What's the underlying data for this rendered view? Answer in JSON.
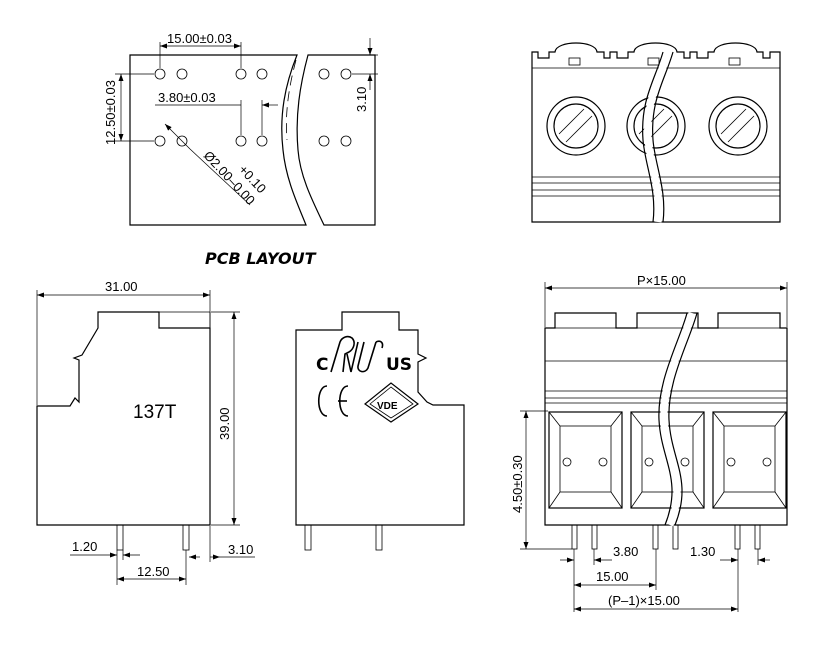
{
  "pcb": {
    "title": "PCB LAYOUT",
    "dim_pitch": "15.00±0.03",
    "dim_row": "12.50±0.03",
    "dim_offset": "3.80±0.03",
    "dim_edge": "3.10",
    "hole_tol_plus": "+0.10",
    "hole_dia": "Ø2.00–0.00"
  },
  "side_view": {
    "dim_width": "31.00",
    "dim_height": "39.00",
    "dim_pin": "1.20",
    "dim_row": "12.50",
    "dim_edge": "3.10",
    "part_label": "137T"
  },
  "marks_view": {
    "c_mark": "C",
    "us_mark": "US",
    "ce_mark": "CE",
    "vde_mark": "VDE"
  },
  "front_view": {
    "dim_total": "P×15.00",
    "dim_height": "4.50±0.30",
    "dim_offset": "3.80",
    "dim_pin": "1.30",
    "dim_pitch": "15.00",
    "dim_span": "(P–1)×15.00"
  }
}
